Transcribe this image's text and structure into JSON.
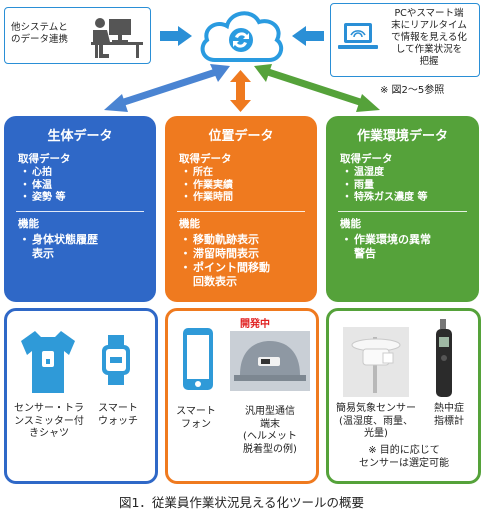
{
  "top": {
    "left_box_text": [
      "他システムと",
      "のデータ連携"
    ],
    "right_box_text": [
      "PCやスマート端",
      "末にリアルタイム",
      "で情報を見える化",
      "して作業状況を",
      "把握"
    ],
    "reference_note": "※ 図2～5参照"
  },
  "cards": {
    "bio": {
      "title": "生体データ",
      "acquired_label": "取得データ",
      "items": [
        "心拍",
        "体温",
        "姿勢 等"
      ],
      "function_label": "機能",
      "functions": [
        "身体状態履歴",
        "表示"
      ]
    },
    "position": {
      "title": "位置データ",
      "acquired_label": "取得データ",
      "items": [
        "所在",
        "作業実績",
        "作業時間"
      ],
      "function_label": "機能",
      "functions": [
        "移動軌跡表示",
        "滞留時間表示",
        "ポイント間移動",
        "回数表示"
      ]
    },
    "env": {
      "title": "作業環境データ",
      "acquired_label": "取得データ",
      "items": [
        "温湿度",
        "雨量",
        "特殊ガス濃度 等"
      ],
      "function_label": "機能",
      "functions": [
        "作業環境の異常",
        "警告"
      ]
    }
  },
  "devices": {
    "shirt_label": [
      "センサー・トラ",
      "ンスミッター付",
      "きシャツ"
    ],
    "watch_label": [
      "スマート",
      "ウォッチ"
    ],
    "phone_label": [
      "スマート",
      "フォン"
    ],
    "dev_badge": "開発中",
    "helmet_label": [
      "汎用型通信",
      "端末",
      "(ヘルメット",
      "脱着型の例)"
    ],
    "weather_label": [
      "簡易気象センサー",
      "(温湿度、雨量、",
      "光量)"
    ],
    "heat_label": [
      "熱中症",
      "指標計"
    ],
    "note": [
      "※ 目的に応じて",
      "センサーは選定可能"
    ]
  },
  "caption": "図1．従業員作業状況見える化ツールの概要",
  "colors": {
    "blue": "#2f68c7",
    "orange": "#ef7a1f",
    "green": "#55a23a",
    "cloud": "#2a9be0",
    "arrow_blue": "#2a8fd6"
  }
}
